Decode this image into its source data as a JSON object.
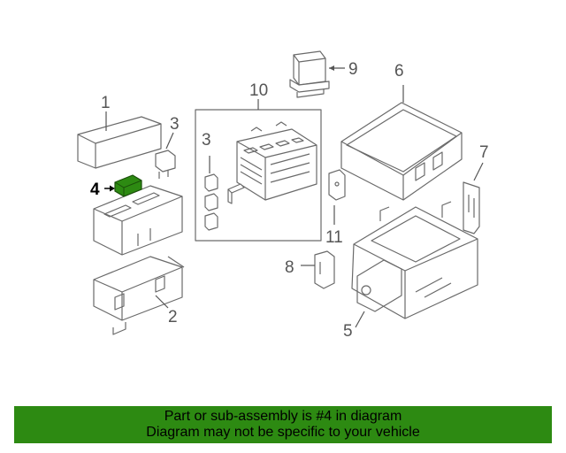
{
  "callouts": {
    "c1": "1",
    "c2": "2",
    "c3a": "3",
    "c3b": "3",
    "c4": "4",
    "c5": "5",
    "c6": "6",
    "c7": "7",
    "c8": "8",
    "c9": "9",
    "c10": "10",
    "c11": "11"
  },
  "highlight_color": "#2d8a12",
  "banner": {
    "line1": "Part or sub-assembly is #4 in diagram",
    "line2": "Diagram may not be specific to your vehicle"
  }
}
